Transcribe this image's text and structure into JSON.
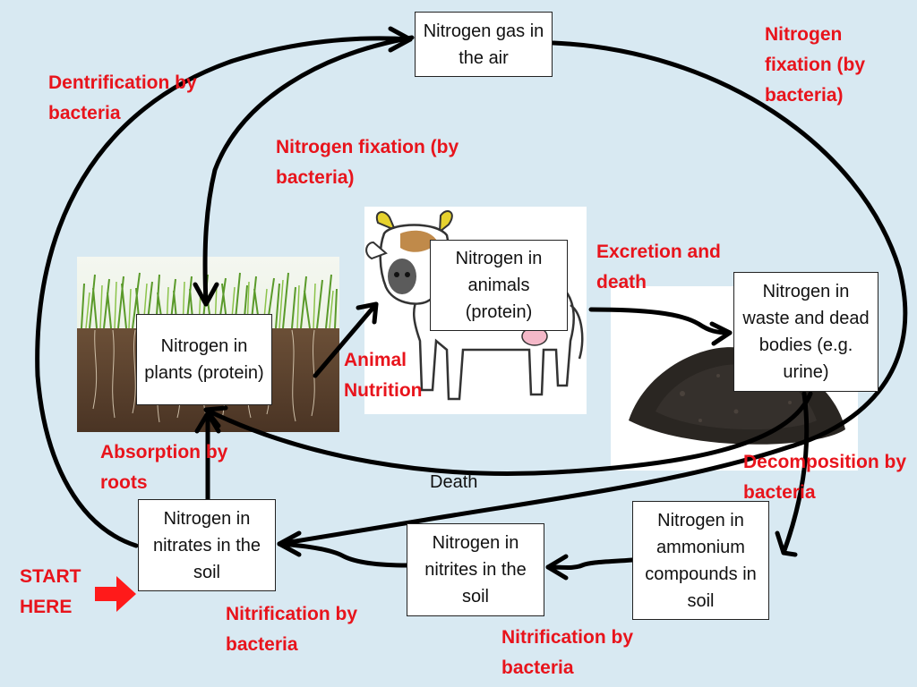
{
  "boxes": {
    "air": "Nitrogen gas in the air",
    "plants": "Nitrogen in plants (protein)",
    "animals": "Nitrogen in animals (protein)",
    "waste": "Nitrogen in waste and dead bodies (e.g. urine)",
    "nitrates": "Nitrogen in nitrates in the soil",
    "nitrites": "Nitrogen in nitrites in the soil",
    "ammonium": "Nitrogen in ammonium compounds in soil"
  },
  "labels": {
    "denitrification": "Dentrification by bacteria",
    "fixation_right": "Nitrogen fixation (by bacteria)",
    "fixation_center": "Nitrogen fixation (by bacteria)",
    "excretion": "Excretion and death",
    "animal_nutrition": "Animal Nutrition",
    "absorption": "Absorption by roots",
    "decomposition": "Decomposition by bacteria",
    "nitrification_left": "Nitrification by bacteria",
    "nitrification_right": "Nitrification by bacteria",
    "start": "START HERE",
    "death": "Death"
  },
  "colors": {
    "background": "#d8e9f2",
    "label_red": "#e8141c",
    "arrow": "#000000",
    "start_arrow": "#ff1a1a"
  },
  "icons": [
    "grass-roots-photo",
    "cow-illustration",
    "soil-pile-photo",
    "start-arrow-icon"
  ]
}
